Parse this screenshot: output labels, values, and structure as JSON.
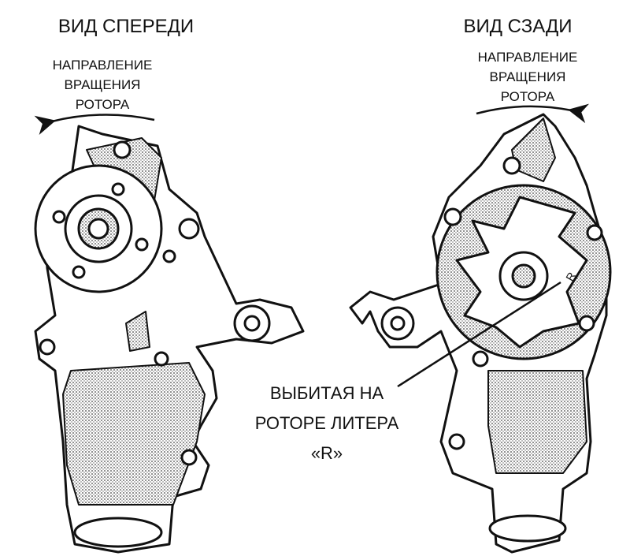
{
  "front_view": {
    "title": "ВИД СПЕРЕДИ",
    "rotation_label": [
      "НАПРАВЛЕНИЕ",
      "ВРАЩЕНИЯ",
      "РОТОРА"
    ],
    "rotation_direction": "counterclockwise"
  },
  "rear_view": {
    "title": "ВИД СЗАДИ",
    "rotation_label": [
      "НАПРАВЛЕНИЕ",
      "ВРАЩЕНИЯ",
      "РОТОРА"
    ],
    "rotation_direction": "clockwise",
    "rotor_mark": "R"
  },
  "callout": {
    "lines": [
      "ВЫБИТАЯ НА",
      "РОТОРЕ ЛИТЕРА",
      "«R»"
    ]
  }
}
